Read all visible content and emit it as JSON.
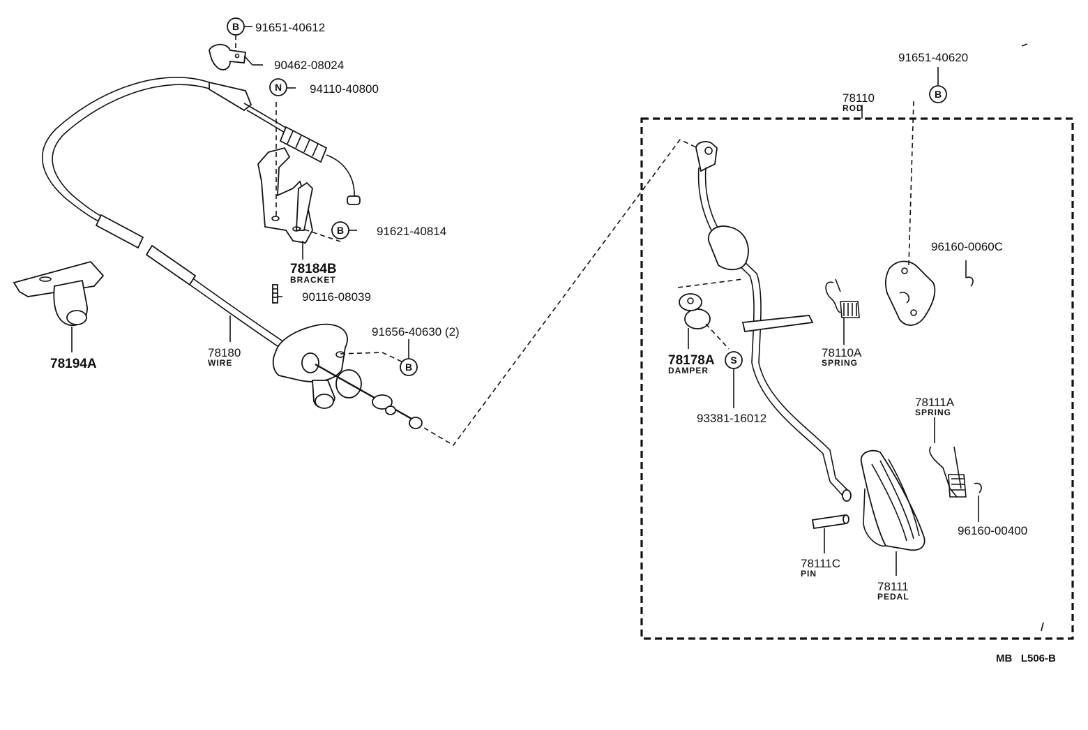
{
  "title": "",
  "reference_code": "MB   L506-B",
  "box_header": {
    "number": "78110",
    "label": "ROD"
  },
  "callouts": [
    {
      "id": "c1",
      "number": "91651-40612",
      "letter": "B"
    },
    {
      "id": "c2",
      "number": "90462-08024",
      "letter": ""
    },
    {
      "id": "c3",
      "number": "94110-40800",
      "letter": "N"
    },
    {
      "id": "c4",
      "number": "91621-40814",
      "letter": "B"
    },
    {
      "id": "c5",
      "number": "90116-08039",
      "letter": ""
    },
    {
      "id": "c6",
      "number": "91656-40630 (2)",
      "letter": "B"
    },
    {
      "id": "c7",
      "number": "91651-40620",
      "letter": "B"
    },
    {
      "id": "c8",
      "number": "96160-0060C",
      "letter": ""
    },
    {
      "id": "c9",
      "number": "93381-16012",
      "letter": "S"
    },
    {
      "id": "c10",
      "number": "96160-00400",
      "letter": ""
    }
  ],
  "parts": [
    {
      "id": "p1",
      "number": "78184B",
      "label": "BRACKET"
    },
    {
      "id": "p2",
      "number": "78194A",
      "label": ""
    },
    {
      "id": "p3",
      "number": "78180",
      "label": "WIRE"
    },
    {
      "id": "p4",
      "number": "78178A",
      "label": "DAMPER"
    },
    {
      "id": "p5",
      "number": "78110A",
      "label": "SPRING"
    },
    {
      "id": "p6",
      "number": "78111A",
      "label": "SPRING"
    },
    {
      "id": "p7",
      "number": "78111C",
      "label": "PIN"
    },
    {
      "id": "p8",
      "number": "78111",
      "label": "PEDAL"
    }
  ]
}
